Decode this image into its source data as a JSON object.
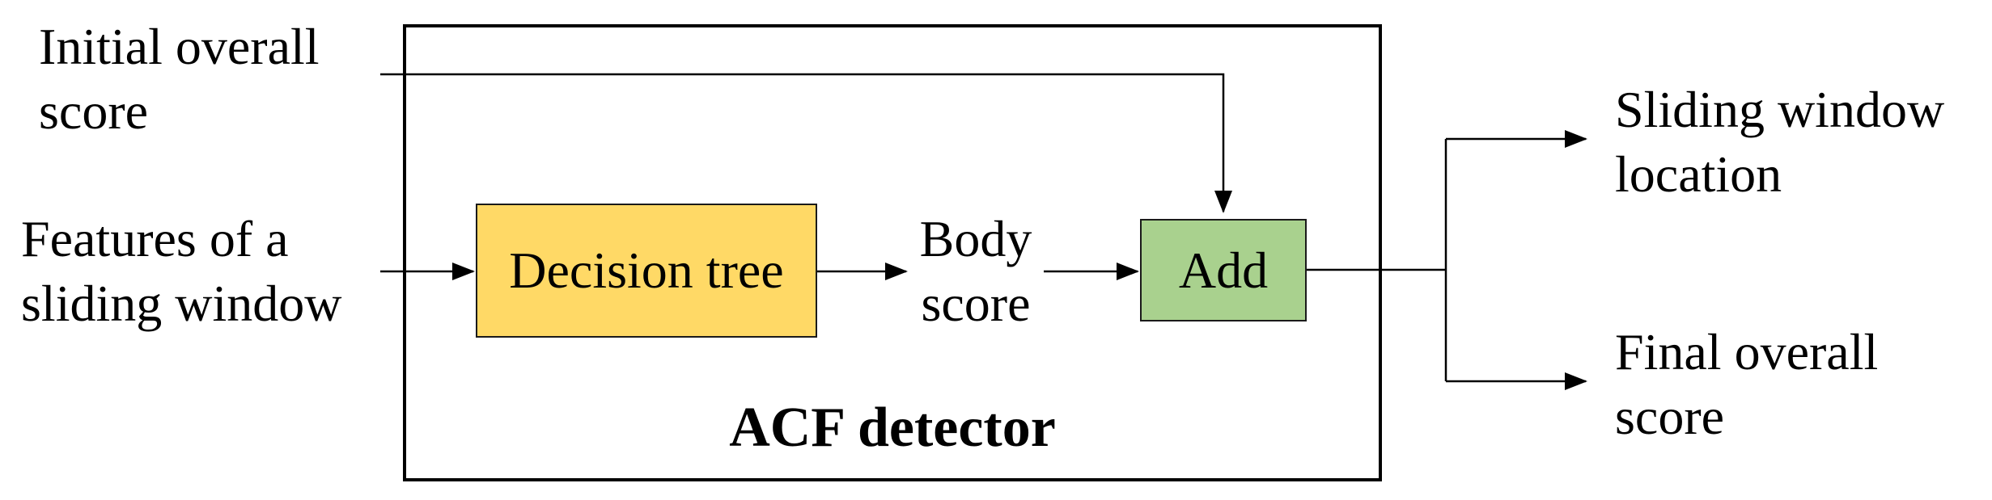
{
  "inputs": {
    "initial_score": [
      "Initial overall",
      "score"
    ],
    "features": [
      "Features of a",
      "sliding window"
    ]
  },
  "detector": {
    "title": "ACF detector",
    "decision_tree": "Decision tree",
    "body_score": [
      "Body",
      "score"
    ],
    "add": "Add"
  },
  "outputs": {
    "location": [
      "Sliding window",
      "location"
    ],
    "final_score": [
      "Final overall",
      "score"
    ]
  },
  "colors": {
    "decision_tree_fill": "#ffd966",
    "add_fill": "#a9d18e",
    "stroke": "#000000"
  }
}
